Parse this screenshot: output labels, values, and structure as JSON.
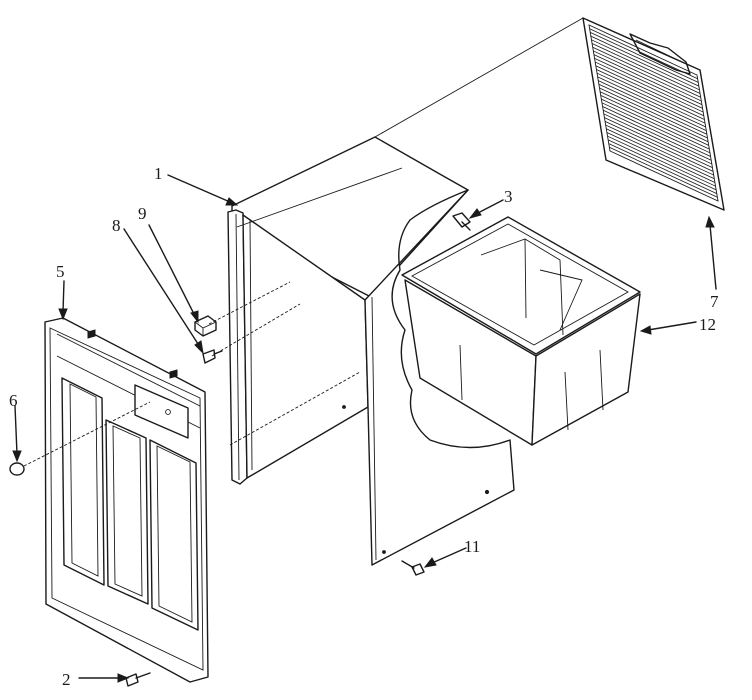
{
  "callouts": {
    "c1": "1",
    "c2": "2",
    "c3": "3",
    "c5": "5",
    "c6": "6",
    "c7": "7",
    "c8": "8",
    "c9": "9",
    "c11": "11",
    "c12": "12"
  }
}
